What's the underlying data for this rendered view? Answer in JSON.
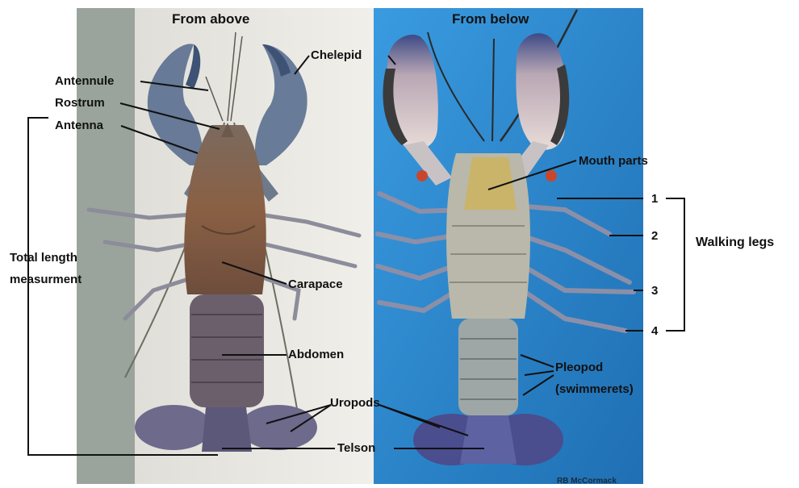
{
  "headings": {
    "top_view": "From above",
    "bottom_view": "From below"
  },
  "labels": {
    "antennule": "Antennule",
    "rostrum": "Rostrum",
    "antenna": "Antenna",
    "chelepid": "Chelepid",
    "mouth_parts": "Mouth parts",
    "total_length_line1": "Total length",
    "total_length_line2": "measurment",
    "carapace": "Carapace",
    "abdomen": "Abdomen",
    "uropods": "Uropods",
    "telson": "Telson",
    "pleopod_line1": "Pleopod",
    "pleopod_line2": "(swimmerets)",
    "walking_legs": "Walking legs",
    "leg_numbers": [
      "1",
      "2",
      "3",
      "4"
    ]
  },
  "credit": "RB McCormack",
  "colors": {
    "left_background": "#e6e4df",
    "left_strip": "#9aa49c",
    "right_background": "#2f8fd0",
    "leader_lines": "#111111"
  }
}
